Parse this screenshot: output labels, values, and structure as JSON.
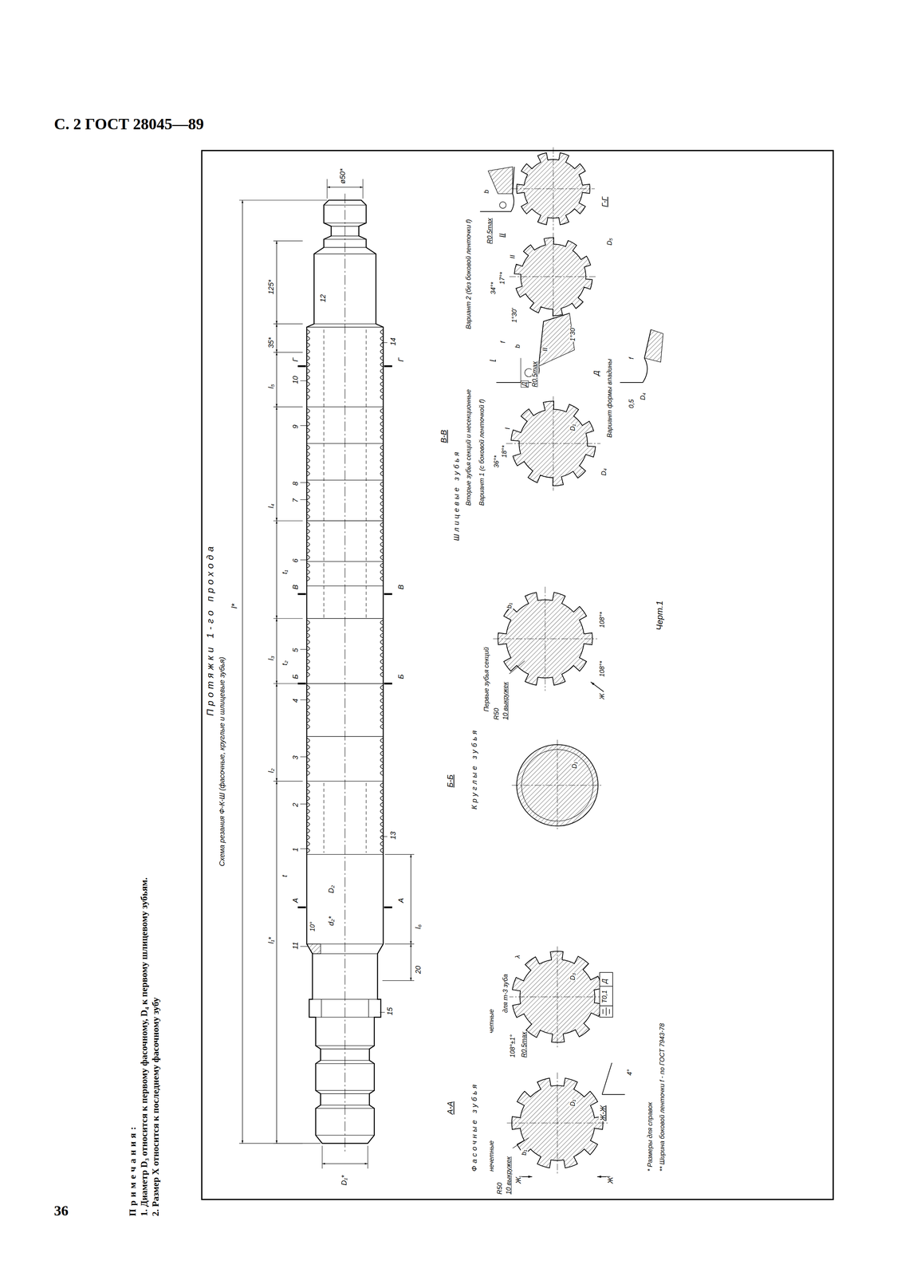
{
  "diagram": {
    "title": "Протяжки 1-го прохода",
    "caption": "Черт.1",
    "labels": [
      "С. 2 ГОСТ 28045—89",
      "Схема резания Ф-К-Ш (фасочные, круглые и шлицевые зубья)",
      "l*",
      "ø50*",
      "125*",
      "35*",
      "l₅",
      "l₄",
      "l₃",
      "l₂",
      "l₁*",
      "12",
      "Г",
      "Г",
      "10",
      "14",
      "9",
      "8",
      "7",
      "6",
      "t₁",
      "В",
      "В",
      "5",
      "t₂",
      "Б",
      "Б",
      "4",
      "3",
      "2",
      "1",
      "13",
      "t",
      "А",
      "А",
      "D₂",
      "10°",
      "d₂*",
      "l₆",
      "11",
      "20",
      "15",
      "D₁*",
      "А-А",
      "Фасочные зубья",
      "нечетные",
      "четные",
      "R50",
      "10 выкружек",
      "b₁",
      "Ж",
      "Ж",
      "D₁",
      "Ж-Ж",
      "4°",
      "R0,5max",
      "108°±1°",
      "для т-3 зуба",
      "λ",
      "D₃",
      "T0,1",
      "Д",
      "* Размеры для справок",
      "** Ширина боковой ленточки f - по ГОСТ 7943-78",
      "Б-Б",
      "Круглые зубья",
      "D₁",
      "В-В",
      "Шлицевые зубья",
      "Первые зубья секций",
      "Вторые зубья секций и несекционные",
      "Вариант 1 (с боковой ленточкой f)",
      "Вариант 2 (без боковой ленточки f)",
      "R50",
      "10 выкружек",
      "b₁",
      "108°*",
      "108°*",
      "Ж",
      "36°*",
      "18°*",
      "I",
      "D₁",
      "D₄",
      "I",
      "f",
      "b",
      "1°30'",
      "Д",
      "R0,5max",
      "II",
      "1°30'",
      "34°*",
      "17°*",
      "II",
      "II",
      "b",
      "R0,5max",
      "Г-Г",
      "D₅",
      "Д",
      "Вариант формы впадины",
      "f",
      "0,5",
      "D₄",
      "Примечания:",
      "1. Диаметр D₃ относится к первому фасочному, D₄ к первому шлицевому зубьям.",
      "2. Размер Х относится к последнему фасочному зубу",
      "36"
    ]
  }
}
